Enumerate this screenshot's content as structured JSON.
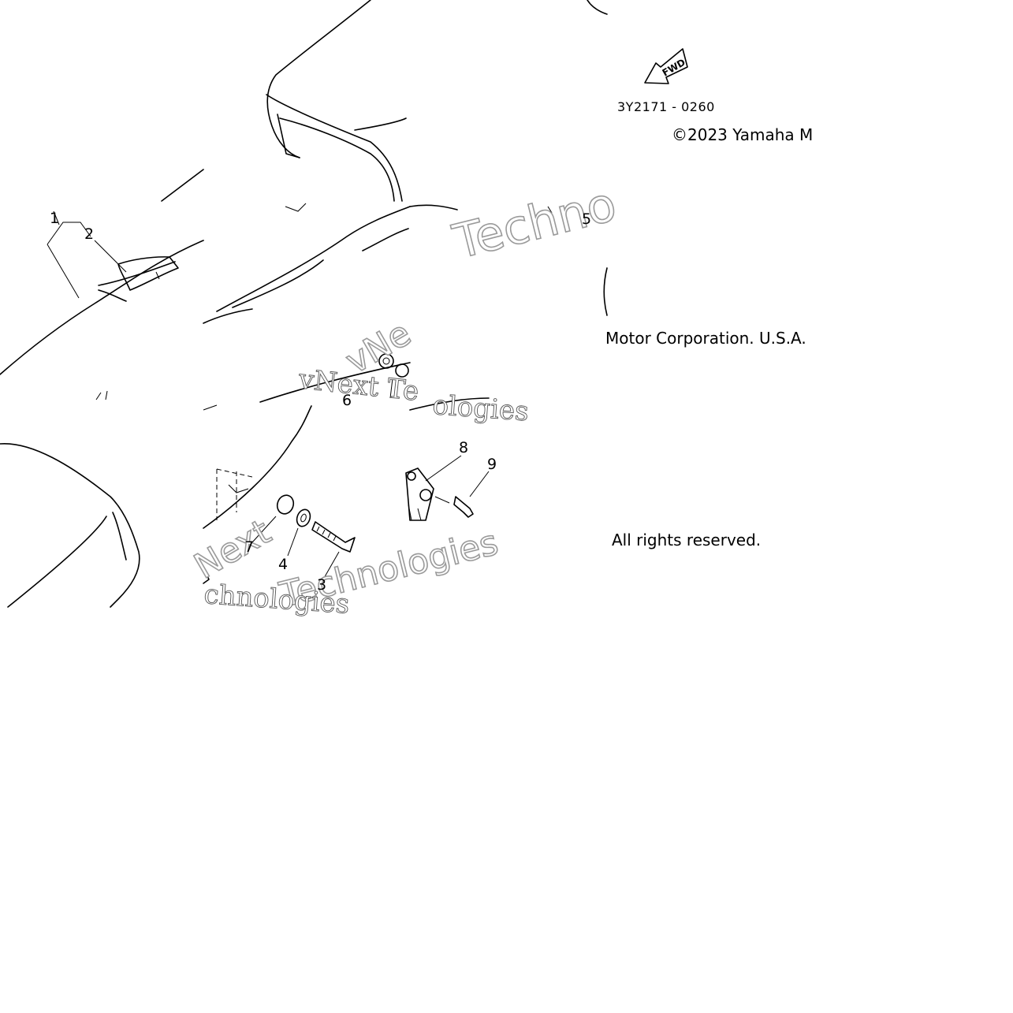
{
  "diagram": {
    "callouts": [
      "1",
      "2",
      "5",
      "6",
      "7",
      "4",
      "3",
      "8",
      "9"
    ],
    "fwd_label": "FWD",
    "figure_code": "3Y2171 - 0260",
    "copyright_line1": "©2023 Yamaha M",
    "copyright_line2": "Motor Corporation. U.S.A.",
    "copyright_line3": "All rights reserved.",
    "watermark_word1": "Techno",
    "watermark_word2": "vNext Te",
    "watermark_word3": "ologies",
    "watermark_word4": "vNe",
    "watermark_word5": "Next",
    "watermark_word6": "Technologies",
    "watermark_word7": "chnologies"
  }
}
